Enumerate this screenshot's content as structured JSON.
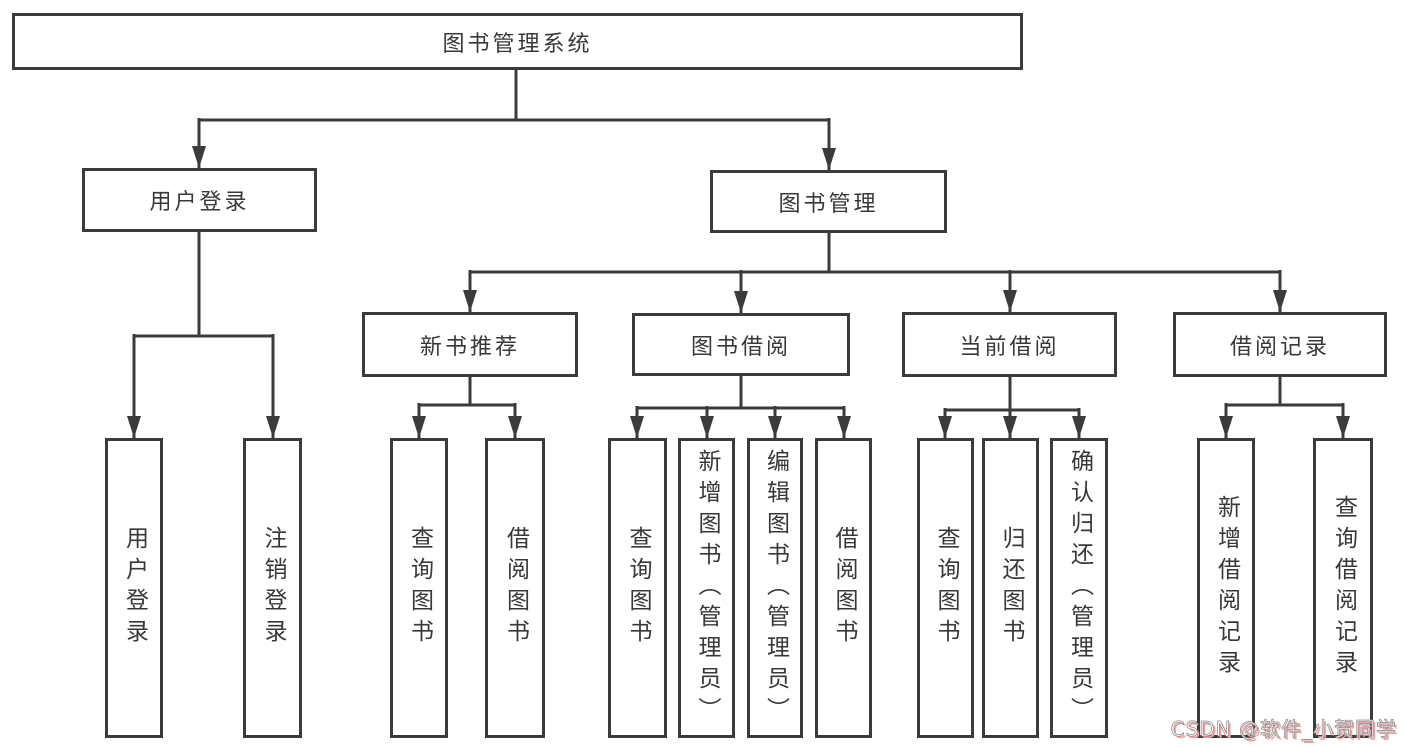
{
  "page": {
    "background": "#ffffff"
  },
  "colors": {
    "line": "#3b3b3b",
    "box_border": "#3b3b3b",
    "text": "#383838",
    "watermark_fill": "#ffffff",
    "watermark_stroke": "#909090",
    "watermark_shadow": "#fb9c9c"
  },
  "tree": {
    "root": {
      "label": "图书管理系统"
    },
    "branches": [
      {
        "label": "用户登录",
        "children": [
          {
            "label": "用户登录"
          },
          {
            "label": "注销登录"
          }
        ]
      },
      {
        "label": "图书管理",
        "children": [
          {
            "label": "新书推荐",
            "children": [
              {
                "label": "查询图书"
              },
              {
                "label": "借阅图书"
              }
            ]
          },
          {
            "label": "图书借阅",
            "children": [
              {
                "label": "查询图书"
              },
              {
                "label": "新增图书（管理员）"
              },
              {
                "label": "编辑图书（管理员）"
              },
              {
                "label": "借阅图书"
              }
            ]
          },
          {
            "label": "当前借阅",
            "children": [
              {
                "label": "查询图书"
              },
              {
                "label": "归还图书"
              },
              {
                "label": "确认归还（管理员）"
              }
            ]
          },
          {
            "label": "借阅记录",
            "children": [
              {
                "label": "新增借阅记录"
              },
              {
                "label": "查询借阅记录"
              }
            ]
          }
        ]
      }
    ]
  },
  "watermark": {
    "text": "CSDN @软件_小贺同学"
  }
}
